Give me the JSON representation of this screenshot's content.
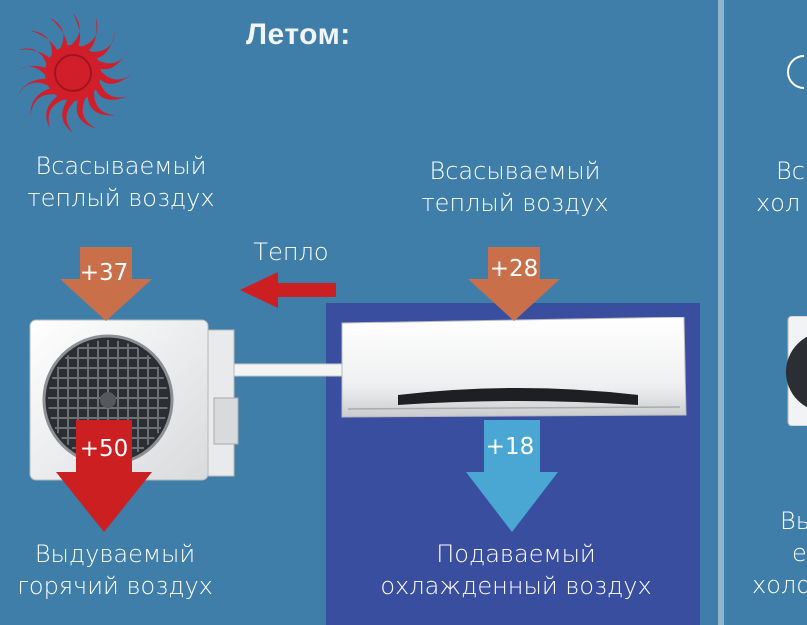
{
  "colors": {
    "background": "#3f7ea8",
    "indoor_zone": "#3a4ea0",
    "intake_arrow": "#c9704a",
    "hot_air": "#cc1f22",
    "cool_air": "#4aa6d2",
    "heat_arrow": "#cc1f22",
    "sun": "#d01f2a"
  },
  "summer": {
    "title": "Летом:",
    "outdoor": {
      "intake_label": [
        "Всасываемый",
        "теплый воздух"
      ],
      "intake_temp": "+37",
      "exhaust_temp": "+50",
      "exhaust_label": [
        "Выдуваемый",
        "горячий воздух"
      ]
    },
    "heat_label": "Тепло",
    "indoor": {
      "intake_label": [
        "Всасываемый",
        "теплый воздух"
      ],
      "intake_temp": "+28",
      "supply_temp": "+18",
      "supply_label": [
        "Подаваемый",
        "охлажденный воздух"
      ]
    }
  },
  "winter_partial": {
    "top_label": [
      "Вс",
      "хол"
    ],
    "bottom_label": [
      "Вы",
      "е",
      "холо"
    ]
  }
}
